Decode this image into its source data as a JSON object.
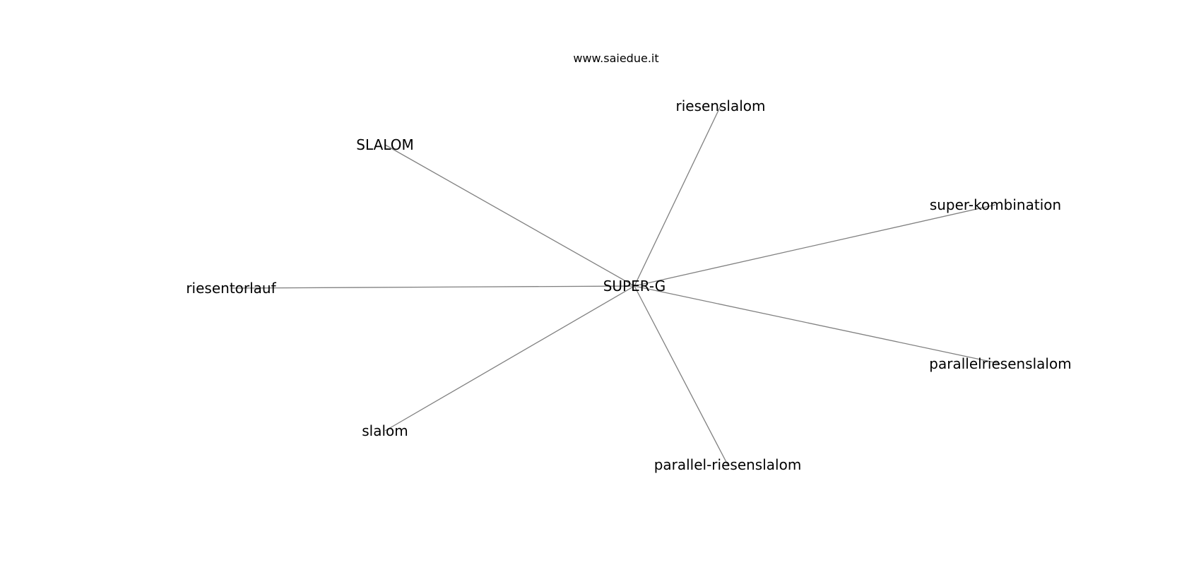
{
  "watermark": "www.saiedue.it",
  "colors": {
    "edge": "#808080",
    "text": "#000000",
    "background": "#ffffff"
  },
  "graph": {
    "center": "SUPER-G",
    "nodes": [
      "SUPER-G",
      "riesenslalom",
      "SLALOM",
      "super-kombination",
      "riesentorlauf",
      "parallelriesenslalom",
      "slalom",
      "parallel-riesenslalom"
    ],
    "edges": [
      [
        "SUPER-G",
        "riesenslalom"
      ],
      [
        "SUPER-G",
        "SLALOM"
      ],
      [
        "SUPER-G",
        "super-kombination"
      ],
      [
        "SUPER-G",
        "riesentorlauf"
      ],
      [
        "SUPER-G",
        "parallelriesenslalom"
      ],
      [
        "SUPER-G",
        "slalom"
      ],
      [
        "SUPER-G",
        "parallel-riesenslalom"
      ]
    ]
  }
}
